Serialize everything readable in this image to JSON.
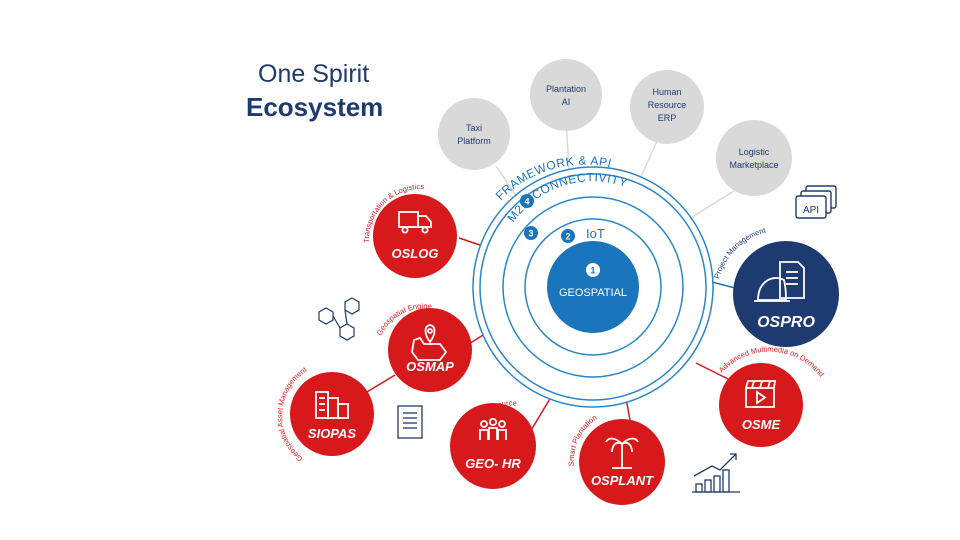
{
  "title": {
    "line1": "One Spirit",
    "line2": "Ecosystem"
  },
  "layers": [
    {
      "number": "1",
      "label": "GEOSPATIAL"
    },
    {
      "number": "2",
      "label": "IoT"
    },
    {
      "number": "3",
      "label": "M2M CONNECTIVITY"
    },
    {
      "number": "4",
      "label": "FRAMEWORK & API"
    }
  ],
  "partners": [
    {
      "label_lines": [
        "Taxi",
        "Platform"
      ]
    },
    {
      "label_lines": [
        "Plantation",
        "AI"
      ]
    },
    {
      "label_lines": [
        "Human",
        "Resource",
        "ERP"
      ]
    },
    {
      "label_lines": [
        "Logistic",
        "Marketplace"
      ]
    }
  ],
  "products": {
    "oslog": {
      "name": "OSLOG",
      "caption": "Transportation & Logistics"
    },
    "osmap": {
      "name": "OSMAP",
      "caption": "Geospatial Engine"
    },
    "siopas": {
      "name": "SIOPAS",
      "caption": "Geospatial Asset Management"
    },
    "geohr": {
      "name": "GEO- HR",
      "caption": "Geospatial Human Resource"
    },
    "osplant": {
      "name": "OSPLANT",
      "caption": "Smart Plantation"
    },
    "osme": {
      "name": "OSME",
      "caption": "Advanced Multimedia on Demand"
    },
    "ospro": {
      "name": "OSPRO",
      "caption": "Project Management"
    }
  },
  "badges": {
    "api": "API"
  },
  "colors": {
    "navy": "#1f3a6e",
    "red": "#d7191c",
    "blue": "#1b75bc",
    "ring": "#2a86c8",
    "gray": "#d9d9d9",
    "dark_blue": "#1d3b71"
  }
}
